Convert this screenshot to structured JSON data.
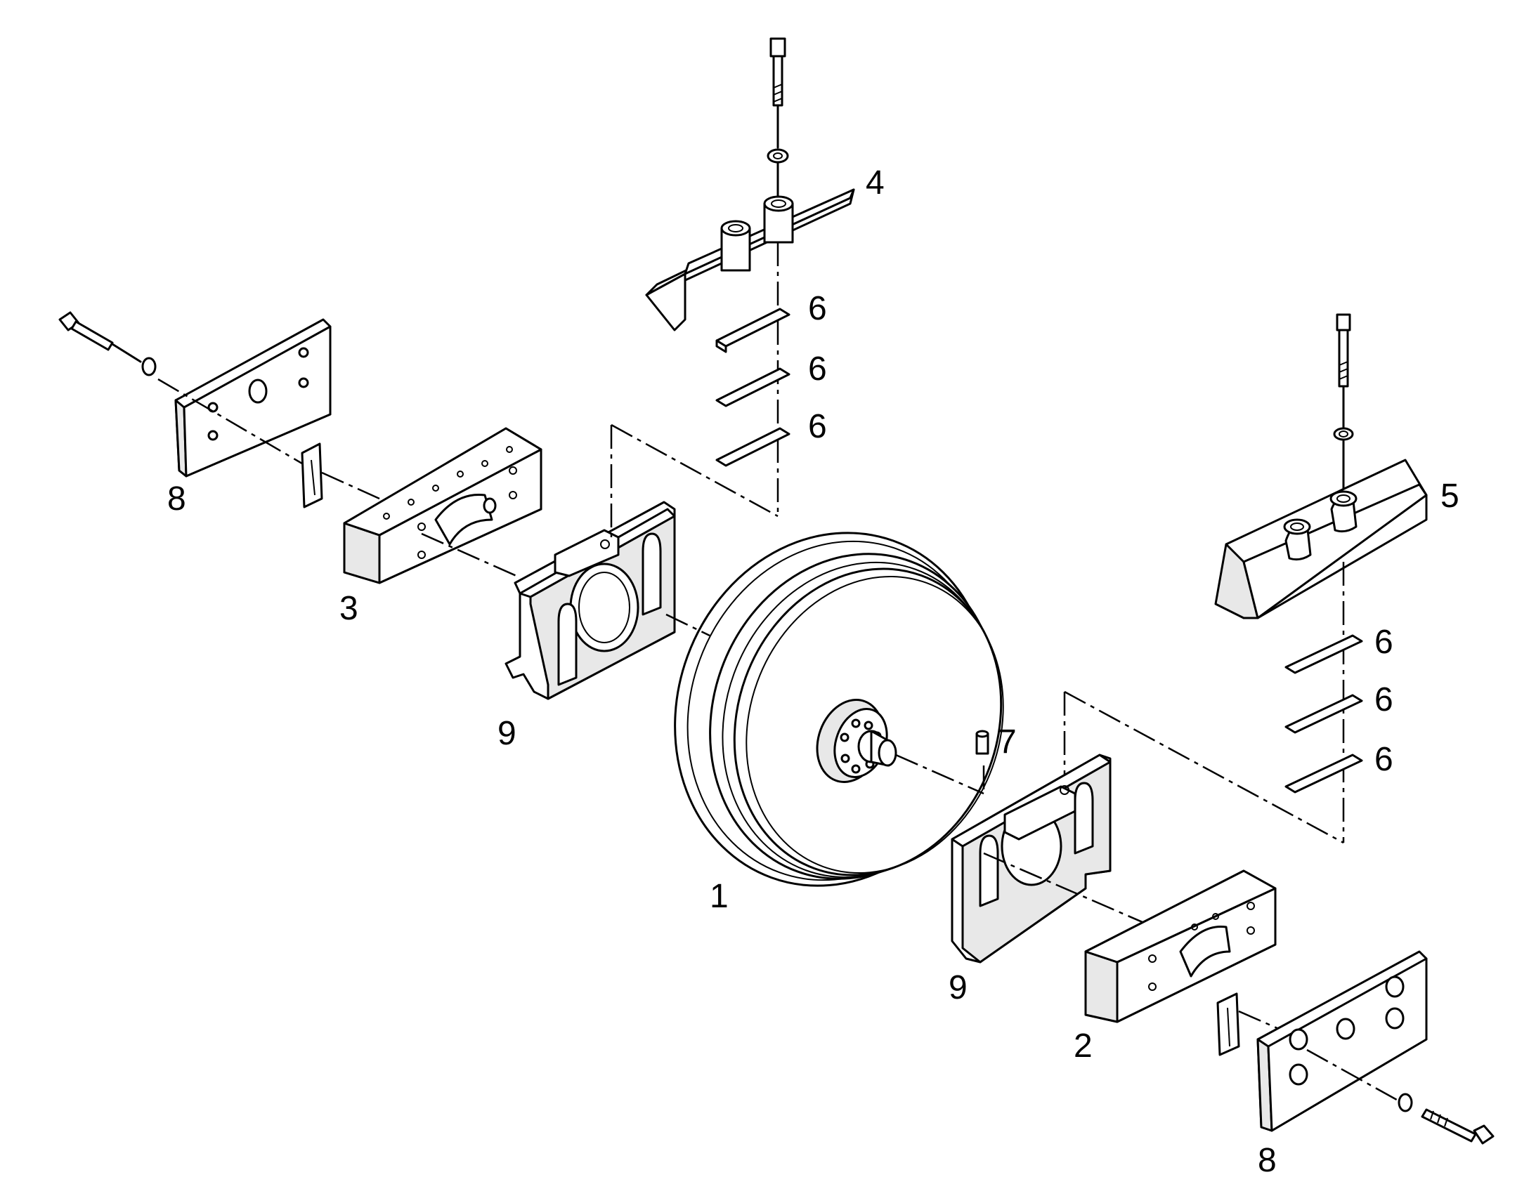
{
  "labels": {
    "l1": "1",
    "l2": "2",
    "l3": "3",
    "l4": "4",
    "l5": "5",
    "l6a": "6",
    "l6b": "6",
    "l6c": "6",
    "l6d": "6",
    "l6e": "6",
    "l6f": "6",
    "l7": "7",
    "l8a": "8",
    "l8b": "8",
    "l9a": "9",
    "l9b": "9"
  }
}
